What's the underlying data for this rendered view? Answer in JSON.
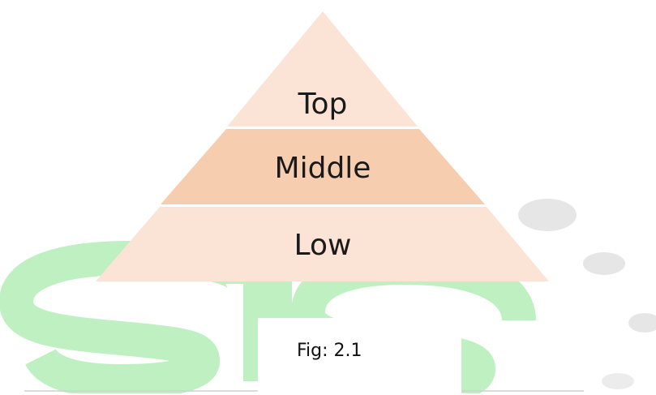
{
  "diagram": {
    "tiers": [
      {
        "label": "Top"
      },
      {
        "label": "Middle"
      },
      {
        "label": "Low"
      }
    ],
    "caption": "Fig: 2.1"
  },
  "colors": {
    "tier_light": "#fbe4d6",
    "tier_middle": "#f7cdb0",
    "watermark_green": "#bff0c2",
    "watermark_gray": "#e6e6e6"
  }
}
